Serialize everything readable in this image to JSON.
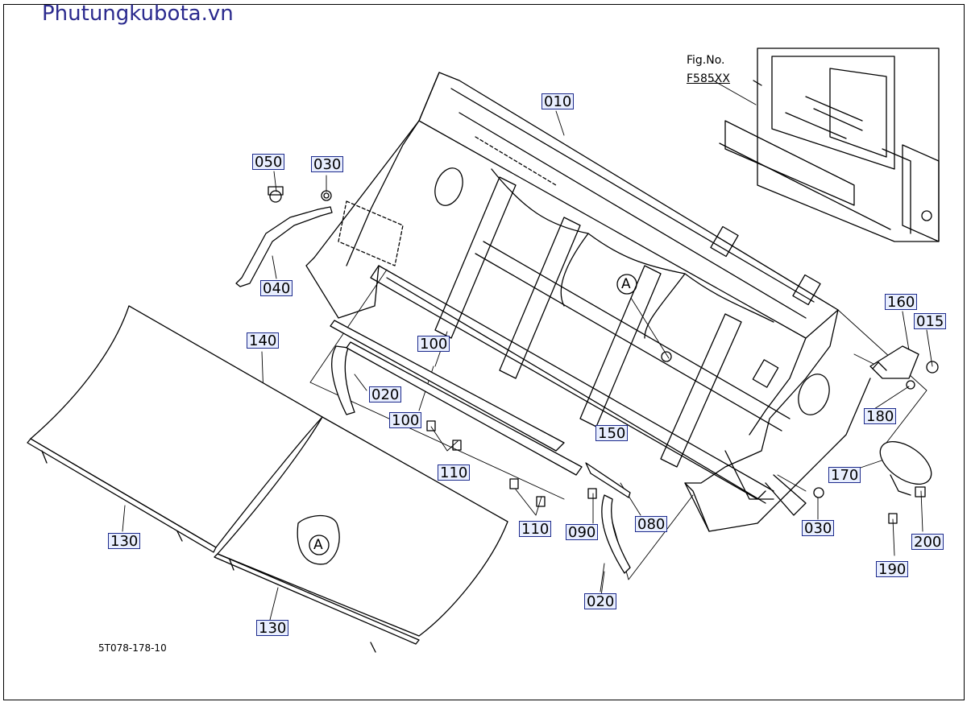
{
  "watermark": "Phutungkubota.vn",
  "figure": {
    "label": "Fig.No.",
    "reference": "F585XX"
  },
  "drawing_code": "5T078-178-10",
  "detail_marker": "A",
  "callouts": {
    "c010": "010",
    "c015": "015",
    "c020a": "020",
    "c020b": "020",
    "c030a": "030",
    "c030b": "030",
    "c040": "040",
    "c050": "050",
    "c080": "080",
    "c090": "090",
    "c100a": "100",
    "c100b": "100",
    "c110a": "110",
    "c110b": "110",
    "c130a": "130",
    "c130b": "130",
    "c140": "140",
    "c150": "150",
    "c160": "160",
    "c170": "170",
    "c180": "180",
    "c190": "190",
    "c200": "200"
  }
}
